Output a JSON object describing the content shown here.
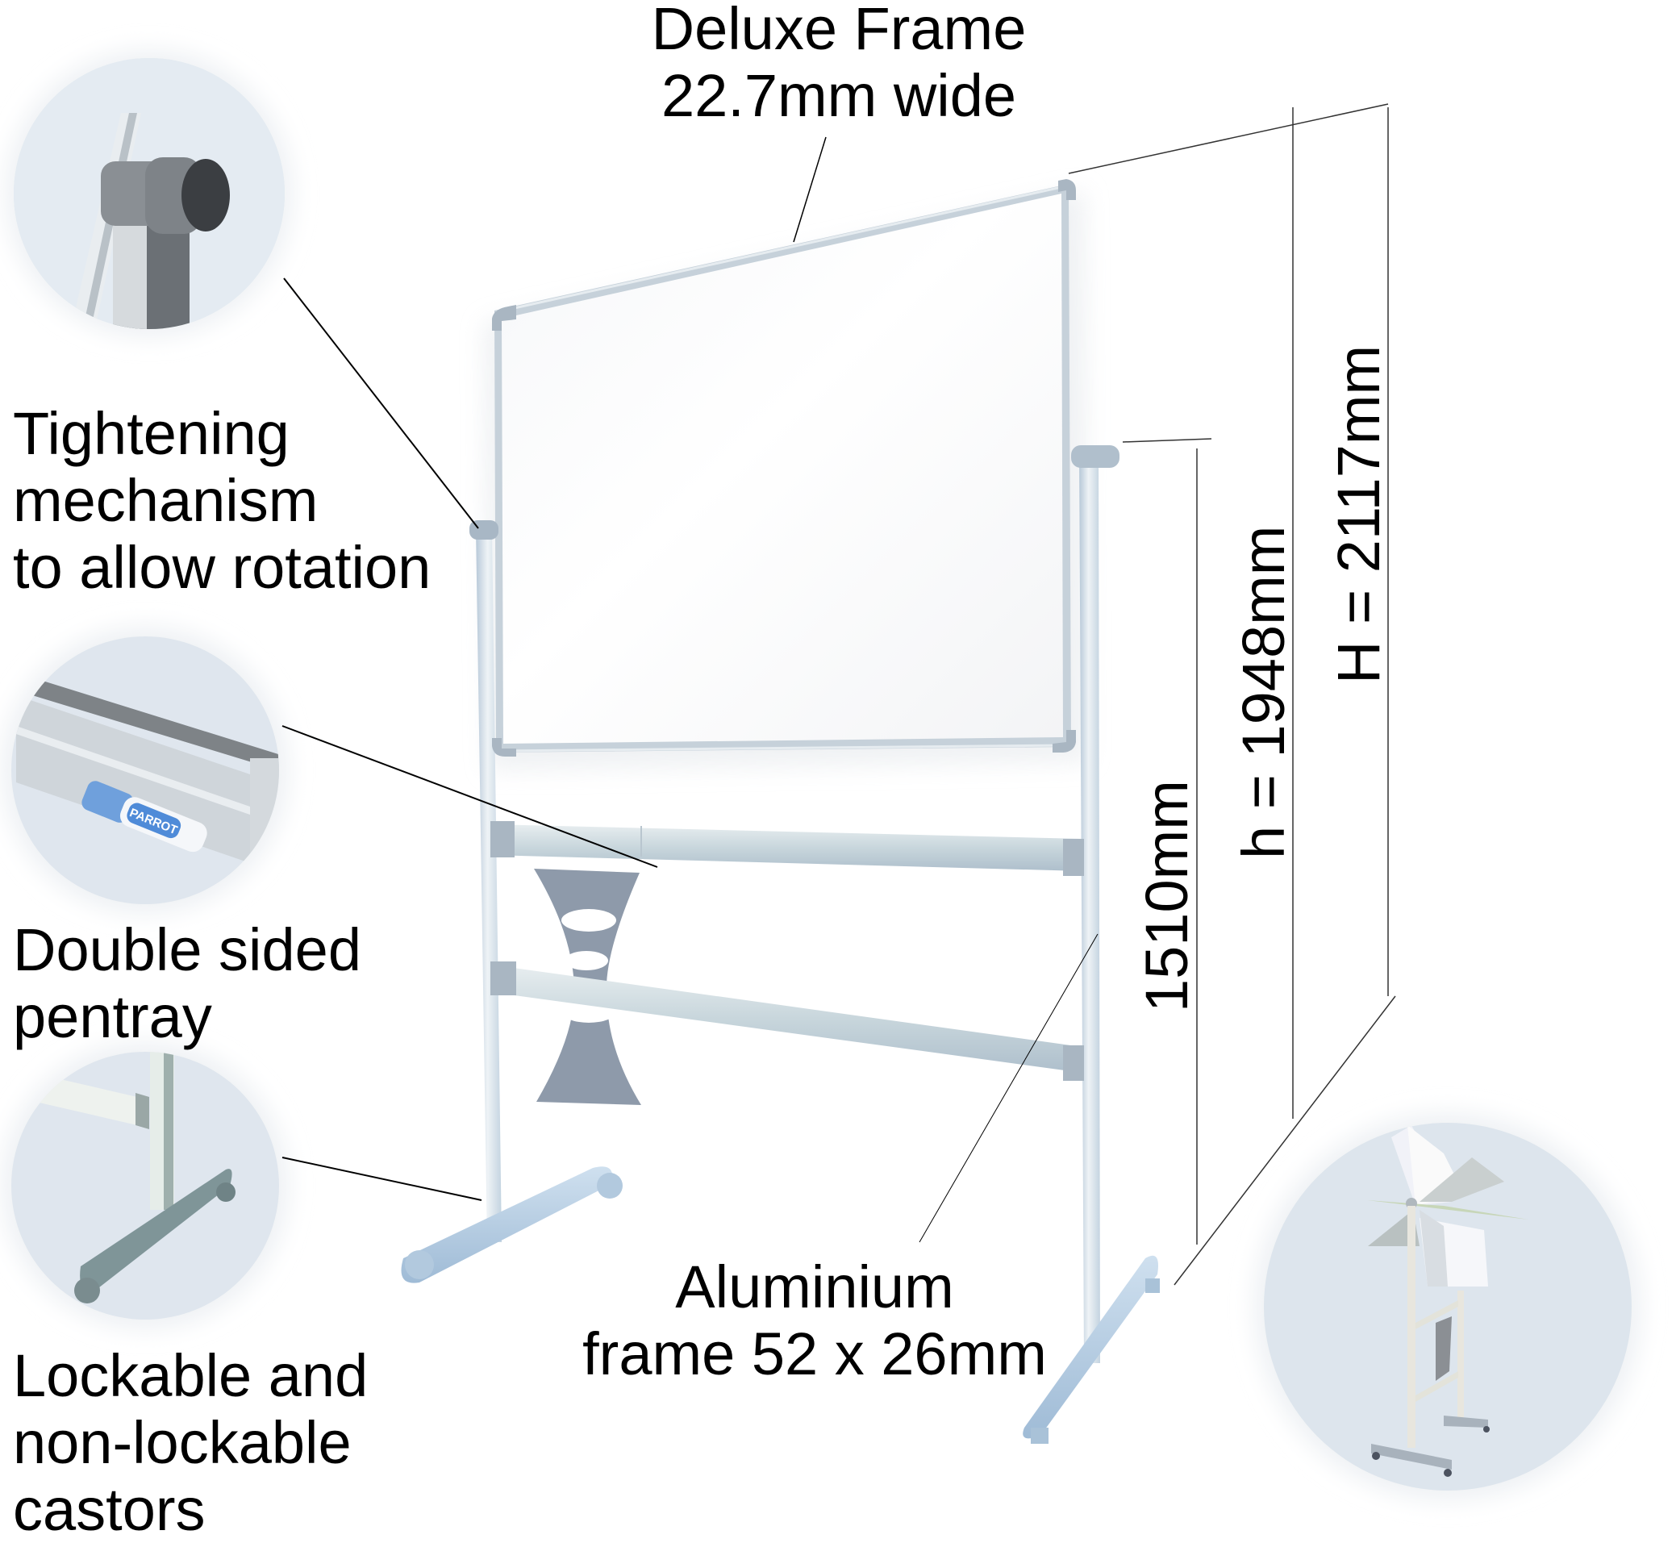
{
  "title": {
    "line1": "Deluxe Frame",
    "line2": "22.7mm wide"
  },
  "callouts": {
    "tightening": {
      "line1": "Tightening",
      "line2": "mechanism",
      "line3": "to allow rotation"
    },
    "pentray": {
      "line1": "Double sided",
      "line2": "pentray",
      "marker_brand": "PARROT"
    },
    "castors": {
      "line1": "Lockable and",
      "line2": "non-lockable",
      "line3": "castors"
    },
    "frame": {
      "line1": "Aluminium",
      "line2": "frame 52 x 26mm"
    }
  },
  "dimensions": {
    "board_height": "1510mm",
    "stand_height": "h = 1948mm",
    "total_height": "H = 2117mm"
  },
  "colors": {
    "frame_silver": "#c9d3dc",
    "stand_blue": "#b9cfe3",
    "panel_grey": "#8e9aaa",
    "circle_bg": "#dfe6ee",
    "line": "#000000"
  }
}
